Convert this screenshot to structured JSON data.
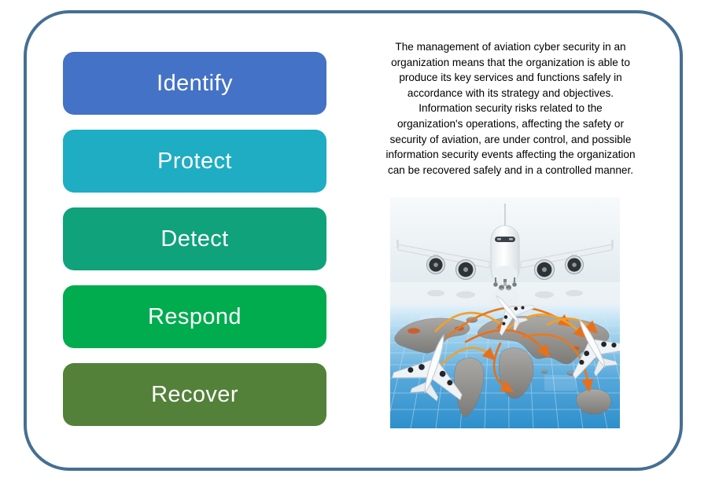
{
  "slide": {
    "border_color": "#456F93",
    "background_color": "#FFFFFF"
  },
  "steps": [
    {
      "label": "Identify",
      "color": "#4472C6",
      "text_color": "#FFFFFF"
    },
    {
      "label": "Protect",
      "color": "#1EADC3",
      "text_color": "#FFFFFF"
    },
    {
      "label": "Detect",
      "color": "#10A27B",
      "text_color": "#FFFFFF"
    },
    {
      "label": "Respond",
      "color": "#01AC4F",
      "text_color": "#FFFFFF"
    },
    {
      "label": "Recover",
      "color": "#54813A",
      "text_color": "#FFFFFF"
    }
  ],
  "description": {
    "text": "The management of aviation cyber security in an\norganization means that the organization is able to\nproduce its key services and functions safely in\naccordance with its strategy and objectives.\nInformation security risks related to the\norganization's operations, affecting the safety or\nsecurity of aviation, are under control, and possible\ninformation security events affecting the organization\ncan be recovered safely and in a controlled manner.",
    "text_color": "#000000"
  },
  "illustration": {
    "name": "aviation-world-map-illustration",
    "sea_color": "#2E8FCB",
    "land_color": "#8E8C89",
    "route_color": "#EE8A1E"
  }
}
